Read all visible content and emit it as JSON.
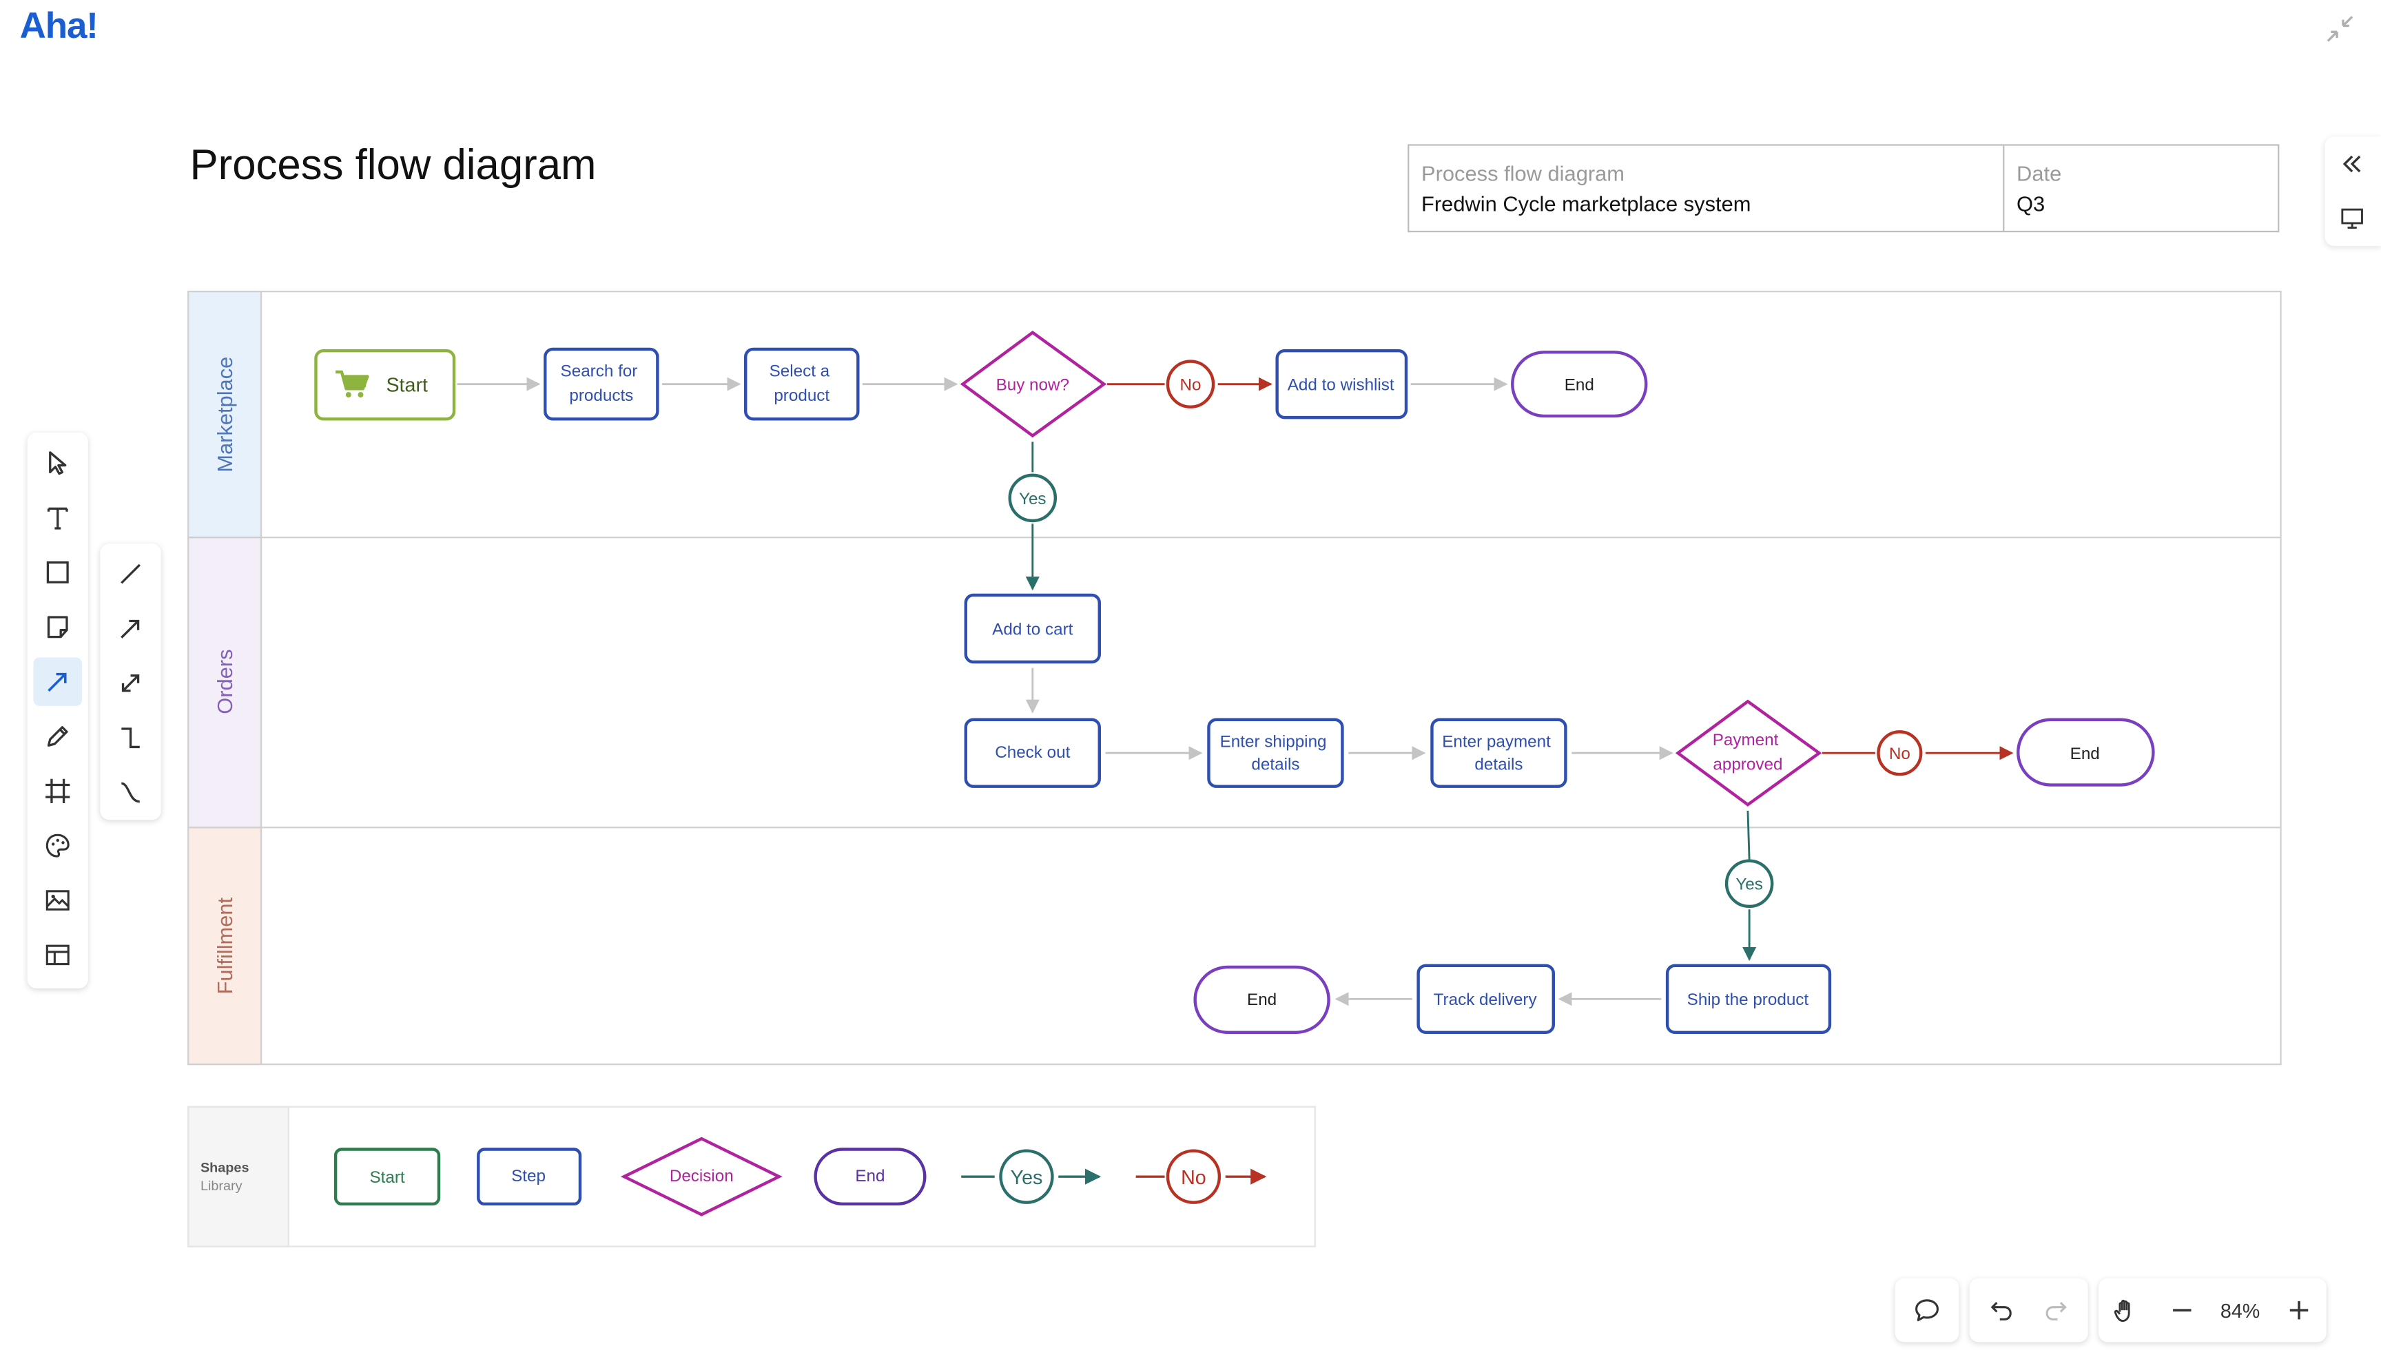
{
  "app": {
    "logo": "Aha!"
  },
  "page": {
    "title": "Process flow diagram"
  },
  "info": {
    "name_label": "Process flow diagram",
    "name_value": "Fredwin Cycle marketplace system",
    "date_label": "Date",
    "date_value": "Q3"
  },
  "lanes": [
    "Marketplace",
    "Orders",
    "Fulfillment"
  ],
  "nodes": {
    "start": "Start",
    "search": [
      "Search for",
      "products"
    ],
    "select": [
      "Select a",
      "product"
    ],
    "buy_now": "Buy now?",
    "no1": "No",
    "wishlist": "Add to wishlist",
    "end1": "End",
    "yes1": "Yes",
    "add_cart": "Add to cart",
    "checkout": "Check out",
    "shipping": [
      "Enter shipping",
      "details"
    ],
    "payment": [
      "Enter payment",
      "details"
    ],
    "approved": [
      "Payment",
      "approved"
    ],
    "no2": "No",
    "end2": "End",
    "yes2": "Yes",
    "ship": "Ship the product",
    "track": "Track delivery",
    "end3": "End"
  },
  "library": {
    "title": "Shapes",
    "subtitle": "Library",
    "start": "Start",
    "step": "Step",
    "decision": "Decision",
    "end": "End",
    "yes": "Yes",
    "no": "No"
  },
  "zoom": {
    "level": "84%"
  },
  "colors": {
    "start": "#8db43e",
    "step": "#2f4fb0",
    "decision": "#b0229e",
    "end": "#7a3fbf",
    "yes": "#2a6f6a",
    "no": "#b83224",
    "connector": "#c4c4c4",
    "lane_marketplace": "#e6f1fc",
    "lane_orders": "#f4eef8",
    "lane_fulfillment": "#fcece6"
  },
  "icons": [
    "cart-icon",
    "pointer-icon",
    "text-icon",
    "rectangle-icon",
    "sticky-note-icon",
    "arrow-icon",
    "pencil-icon",
    "frame-icon",
    "palette-icon",
    "image-icon",
    "template-icon",
    "line-icon",
    "single-arrow-icon",
    "double-arrow-icon",
    "elbow-connector-icon",
    "curve-connector-icon",
    "collapse-icon",
    "chevrons-left-icon",
    "presentation-icon",
    "comment-icon",
    "undo-icon",
    "redo-icon",
    "hand-icon",
    "zoom-out-icon",
    "zoom-in-icon"
  ]
}
